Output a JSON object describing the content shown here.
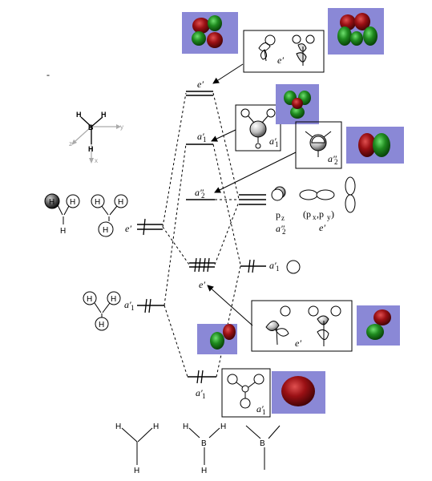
{
  "labels": {
    "top_e_prime": "e′",
    "a1_prime_mid": "a′",
    "a1_prime_mid_sub": "1",
    "a2_dprime": "a″",
    "a2_dprime_sub": "2",
    "h3_e_prime": "e′",
    "h3_a1_prime": "a′",
    "h3_a1_prime_sub": "1",
    "center_e_prime": "e′",
    "bottom_a1_prime": "a′",
    "bottom_a1_prime_sub": "1",
    "b_a1_prime": "a′",
    "b_a1_prime_sub": "1",
    "pz": "p",
    "pz_sub": "z",
    "pz_sym": "a″",
    "pz_sym_sub": "2",
    "pxy": "(p",
    "pxy_x": "x",
    "pxy_comma": ",p",
    "pxy_y": "y",
    "pxy_close": ")",
    "pxy_sym": "e′",
    "box_top_e": "e′",
    "box_a1": "a′",
    "box_a1_sub": "1",
    "box_a2": "a″",
    "box_a2_sub": "2",
    "box_bottom_e": "e′",
    "box_bottom_a1": "a′",
    "box_bottom_a1_sub": "1",
    "dash_mark": "-"
  },
  "atoms": {
    "H": "H",
    "B": "B"
  },
  "axes": {
    "x": "x",
    "y": "y",
    "z": "z"
  },
  "colors": {
    "mo_panel": "#8a88d6",
    "lobe_red": "#8a0d12",
    "lobe_green": "#1f7a1f"
  }
}
